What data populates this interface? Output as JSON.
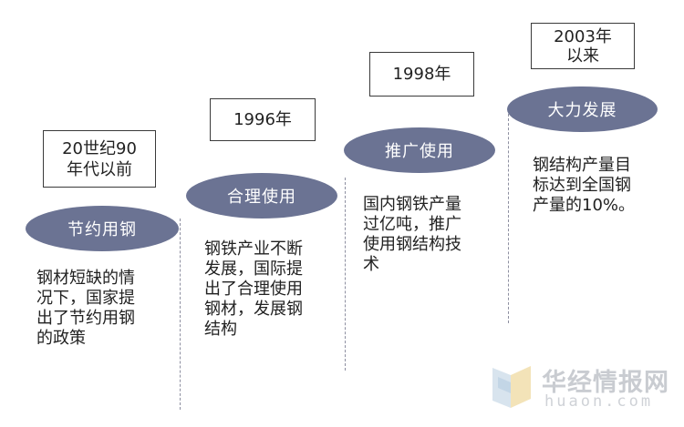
{
  "stages": [
    {
      "period_lines": [
        "20世纪90",
        "年代以前"
      ],
      "phase": "节约用钢",
      "desc_lines": [
        "钢材短缺的情",
        "况下，国家提",
        "出了节约用钢",
        "的政策"
      ]
    },
    {
      "period_lines": [
        "1996年"
      ],
      "phase": "合理使用",
      "desc_lines": [
        "钢铁产业不断",
        "发展，国际提",
        "出了合理使用",
        "钢材，发展钢",
        "结构"
      ]
    },
    {
      "period_lines": [
        "1998年"
      ],
      "phase": "推广使用",
      "desc_lines": [
        "国内钢铁产量",
        "过亿吨，推广",
        "使用钢结构技",
        "术"
      ]
    },
    {
      "period_lines": [
        "2003年",
        "以来"
      ],
      "phase": "大力发展",
      "desc_lines": [
        "钢结构产量目",
        "标达到全国钢",
        "产量的10%。"
      ]
    }
  ],
  "watermark": {
    "name": "华经情报网",
    "url": "huaon.com"
  },
  "colors": {
    "pill": "#6b7393",
    "border": "#3a3a3a",
    "dash": "#8d8fa0"
  }
}
